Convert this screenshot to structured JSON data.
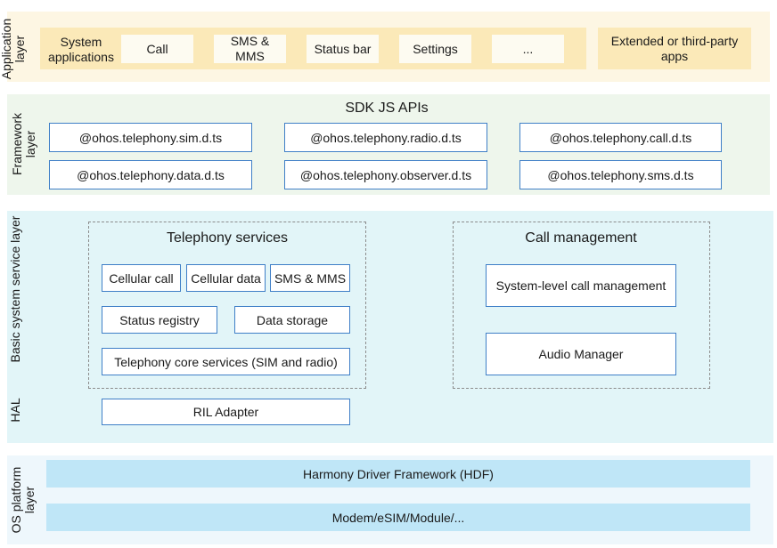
{
  "application_layer": {
    "label": "Application layer",
    "label_lines": [
      "Application",
      "layer"
    ],
    "system_apps_label": "System applications",
    "apps": [
      "Call",
      "SMS & MMS",
      "Status bar",
      "Settings",
      "..."
    ],
    "extended": "Extended or third-party apps"
  },
  "framework_layer": {
    "label_lines": [
      "Framework",
      "layer"
    ],
    "title": "SDK JS APIs",
    "apis": [
      "@ohos.telephony.sim.d.ts",
      "@ohos.telephony.radio.d.ts",
      "@ohos.telephony.call.d.ts",
      "@ohos.telephony.data.d.ts",
      "@ohos.telephony.observer.d.ts",
      "@ohos.telephony.sms.d.ts"
    ]
  },
  "basic_service_layer": {
    "label": "Basic system service layer",
    "hal_label": "HAL",
    "telephony_services": {
      "title": "Telephony services",
      "row1": [
        "Cellular call",
        "Cellular data",
        "SMS & MMS"
      ],
      "status_registry": "Status registry",
      "data_storage": "Data storage",
      "core_services": "Telephony core services (SIM and radio)"
    },
    "call_management": {
      "title": "Call management",
      "system_level": "System-level call management",
      "audio_manager": "Audio Manager"
    },
    "ril_adapter": "RIL Adapter"
  },
  "os_platform_layer": {
    "label_lines": [
      "OS platform",
      "layer"
    ],
    "hdf": "Harmony Driver Framework (HDF)",
    "modem": "Modem/eSIM/Module/..."
  },
  "colors": {
    "application_band": "#fdf6e3",
    "application_inner": "#fbe9b8",
    "framework_band": "#eef6ec",
    "service_band": "#e2f5f8",
    "os_band": "#eef7fc",
    "os_bar": "#bfe6f7",
    "box_border": "#3f7fc7"
  }
}
